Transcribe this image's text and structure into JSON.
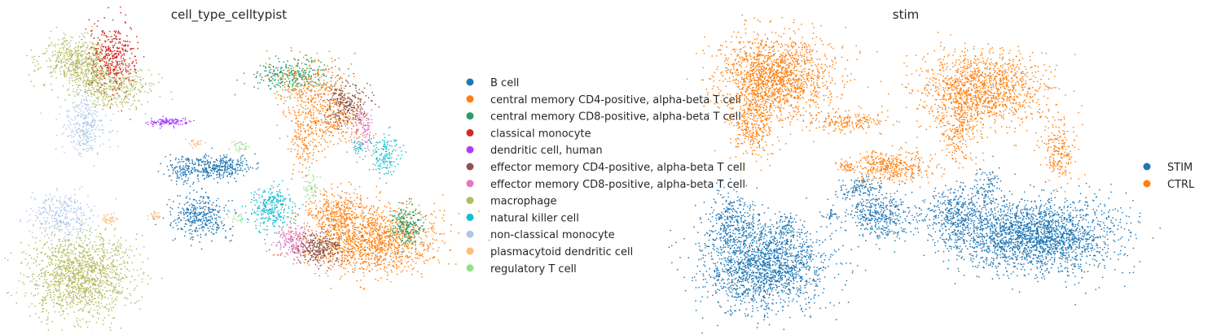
{
  "chart_data": [
    {
      "type": "scatter",
      "title": "cell_type_celltypist",
      "xlabel": "",
      "ylabel": "",
      "grid": false,
      "legend_position": "right",
      "categories": [
        {
          "name": "B cell",
          "color": "#1f77b4"
        },
        {
          "name": "central memory CD4-positive, alpha-beta T cell",
          "color": "#ff7f0e"
        },
        {
          "name": "central memory CD8-positive, alpha-beta T cell",
          "color": "#279e68"
        },
        {
          "name": "classical monocyte",
          "color": "#d62728"
        },
        {
          "name": "dendritic cell, human",
          "color": "#aa40fc"
        },
        {
          "name": "effector memory CD4-positive, alpha-beta T cell",
          "color": "#8c564b"
        },
        {
          "name": "effector memory CD8-positive, alpha-beta T cell",
          "color": "#e377c2"
        },
        {
          "name": "macrophage",
          "color": "#b5bd61"
        },
        {
          "name": "natural killer cell",
          "color": "#17becf"
        },
        {
          "name": "non-classical monocyte",
          "color": "#aec7e8"
        },
        {
          "name": "plasmacytoid dendritic cell",
          "color": "#ffbb78"
        },
        {
          "name": "regulatory T cell",
          "color": "#98df8a"
        }
      ]
    },
    {
      "type": "scatter",
      "title": "stim",
      "xlabel": "",
      "ylabel": "",
      "grid": false,
      "legend_position": "right",
      "categories": [
        {
          "name": "STIM",
          "color": "#1f77b4"
        },
        {
          "name": "CTRL",
          "color": "#ff7f0e"
        }
      ]
    }
  ]
}
